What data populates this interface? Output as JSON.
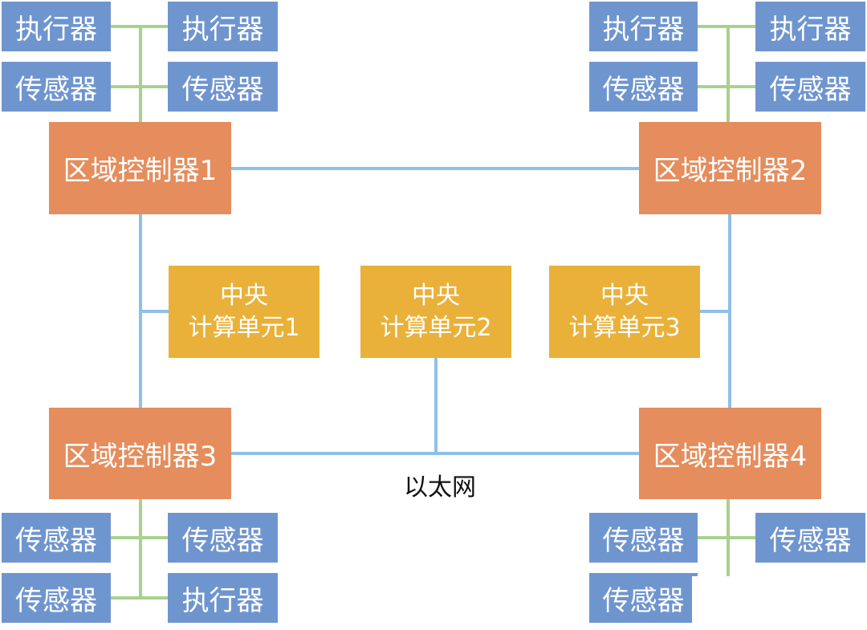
{
  "colors": {
    "device": "#6f95cf",
    "zone_controller": "#e58d5c",
    "central_unit": "#e9b13a",
    "ethernet_line": "#8ec0e8",
    "device_line": "#a9d18e"
  },
  "zone_controllers": [
    {
      "label": "区域控制器1"
    },
    {
      "label": "区域控制器2"
    },
    {
      "label": "区域控制器3"
    },
    {
      "label": "区域控制器4"
    }
  ],
  "central_units": [
    {
      "line1": "中央",
      "line2": "计算单元1"
    },
    {
      "line1": "中央",
      "line2": "计算单元2"
    },
    {
      "line1": "中央",
      "line2": "计算单元3"
    }
  ],
  "zone1_devices": [
    "执行器",
    "执行器",
    "传感器",
    "传感器"
  ],
  "zone2_devices": [
    "执行器",
    "执行器",
    "传感器",
    "传感器"
  ],
  "zone3_devices": [
    "传感器",
    "传感器",
    "传感器",
    "执行器"
  ],
  "zone4_devices": [
    "传感器",
    "传感器",
    "传感器"
  ],
  "network_label": "以太网"
}
